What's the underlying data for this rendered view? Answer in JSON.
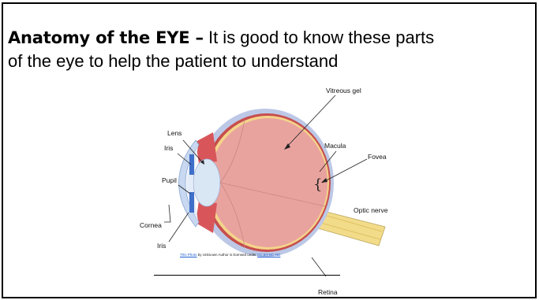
{
  "heading": {
    "bold_text": "Anatomy of the EYE –",
    "line1_text": " It is good to know these parts",
    "line2_text": "of the eye to help the patient to understand"
  },
  "diagram_labels": {
    "vitreous_gel": "Vitreous gel",
    "lens": "Lens",
    "iris_top": "Iris",
    "pupil": "Pupil",
    "cornea": "Cornea",
    "iris_bottom": "Iris",
    "macula": "Macula",
    "fovea": "Fovea",
    "optic_nerve": "Optic nerve",
    "retina": "Retina"
  },
  "credit": {
    "photo_link": "This Photo",
    "middle_text": " by Unknown Author is licensed under ",
    "license_link": "CC BY-NC-ND"
  },
  "colors": {
    "eyeball_fill": "#e9a39e",
    "sclera_blue": "#bcc8e6",
    "choroid_red": "#c74e4e",
    "lens_fill": "#d9e6f4",
    "optic_nerve_yellow": "#f2dc8a"
  }
}
